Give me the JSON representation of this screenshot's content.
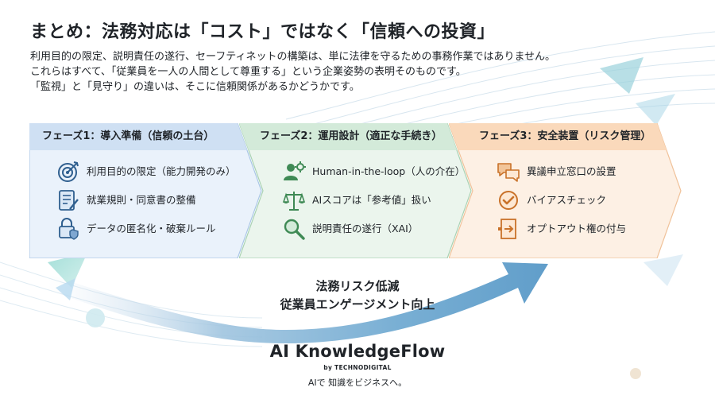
{
  "title": "まとめ：法務対応は「コスト」ではなく「信頼への投資」",
  "intro": [
    "利用目的の限定、説明責任の遂行、セーフティネットの構築は、単に法律を守るための事務作業ではありません。",
    "これらはすべて、「従業員を一人の人間として尊重する」という企業姿勢の表明そのものです。",
    "「監視」と「見守り」の違いは、そこに信頼関係があるかどうかです。"
  ],
  "phases": [
    {
      "title": "フェーズ1：導入準備（信頼の土台）",
      "color": "#5b8fd0",
      "items": [
        {
          "label": "利用目的の限定（能力開発のみ）",
          "icon": "target-icon"
        },
        {
          "label": "就業規則・同意書の整備",
          "icon": "document-pen-icon"
        },
        {
          "label": "データの匿名化・破棄ルール",
          "icon": "lock-shield-icon"
        }
      ]
    },
    {
      "title": "フェーズ2：運用設計（適正な手続き）",
      "color": "#5aa86e",
      "items": [
        {
          "label": "Human-in-the-loop（人の介在）",
          "icon": "person-gear-icon"
        },
        {
          "label": "AIスコアは「参考値」扱い",
          "icon": "scale-icon"
        },
        {
          "label": "説明責任の遂行（XAI）",
          "icon": "magnifier-icon"
        }
      ]
    },
    {
      "title": "フェーズ3：安全装置（リスク管理）",
      "color": "#e9904a",
      "items": [
        {
          "label": "異議申立窓口の設置",
          "icon": "chat-bubbles-icon"
        },
        {
          "label": "バイアスチェック",
          "icon": "check-circle-icon"
        },
        {
          "label": "オプトアウト権の付与",
          "icon": "exit-door-icon"
        }
      ]
    }
  ],
  "outcome": [
    "法務リスク低減",
    "従業員エンゲージメント向上"
  ],
  "brand": {
    "name": "AI KnowledgeFlow",
    "by": "by TECHNODIGITAL",
    "tagline": "AIで 知識をビジネスへ。"
  }
}
